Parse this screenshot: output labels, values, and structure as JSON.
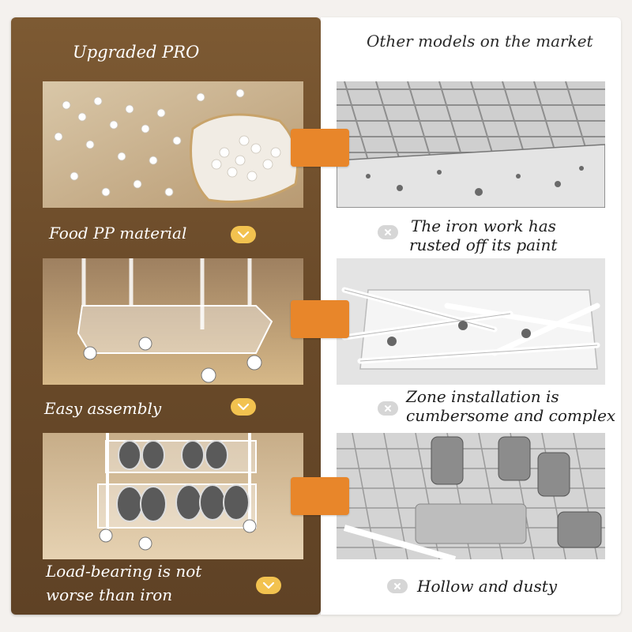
{
  "headers": {
    "left": "Upgraded PRO",
    "right": "Other models on the market"
  },
  "rows": [
    {
      "left_caption": "Food PP material",
      "right_caption_line1": "The iron work has",
      "right_caption_line2": "rusted off its paint"
    },
    {
      "left_caption": "Easy assembly",
      "right_caption_line1": "Zone installation is",
      "right_caption_line2": "cumbersome and complex"
    },
    {
      "left_caption_line1": "Load-bearing is not",
      "left_caption_line2": "worse than iron",
      "right_caption": "Hollow and dusty"
    }
  ],
  "colors": {
    "left_panel": "#6b4b2a",
    "accent_orange": "#e8862a",
    "check_badge": "#f2c24f",
    "x_badge": "#d6d6d6"
  },
  "icons": {
    "check": "check-icon",
    "cross": "cross-icon"
  }
}
